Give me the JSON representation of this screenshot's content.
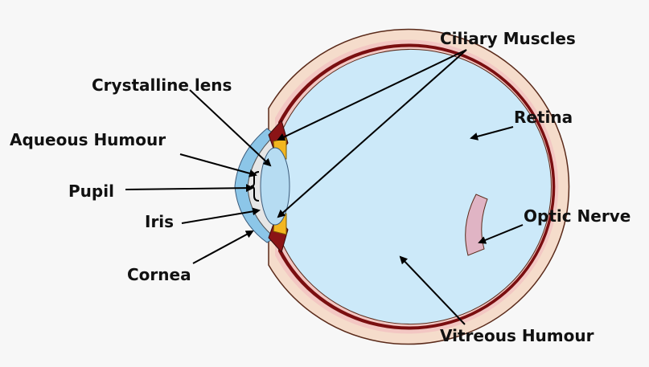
{
  "labels": {
    "ciliary_muscles": "Ciliary Muscles",
    "crystalline_lens": "Crystalline lens",
    "retina": "Retina",
    "aqueous_humour": "Aqueous Humour",
    "pupil": "Pupil",
    "iris": "Iris",
    "optic_nerve": "Optic Nerve",
    "cornea": "Cornea",
    "vitreous_humour": "Vitreous Humour"
  },
  "colors": {
    "background": "#f7f7f7",
    "sclera": "#f5dccb",
    "choroid": "#f3c7c3",
    "retina": "#7a0e10",
    "vitreous": "#cce9f9",
    "cornea": "#8cc6e8",
    "lens": "#b6dcf2",
    "aqueous": "#e6e6e6",
    "iris": "#f3b61f",
    "optic_nerve_inner": "#e0b4c4",
    "arrow": "#000000"
  }
}
